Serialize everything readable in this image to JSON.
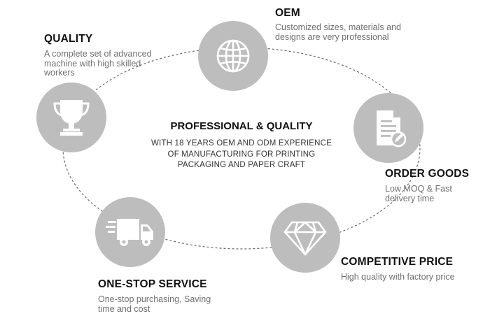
{
  "center": {
    "title": "PROFESSIONAL & QUALITY",
    "description": "WITH 18 YEARS OEM AND ODM EXPERIENCE\nOF MANUFACTURING FOR PRINTING\nPACKAGING AND PAPER CRAFT"
  },
  "items": [
    {
      "key": "oem",
      "icon": "globe-icon",
      "title": "OEM",
      "description": "Customized sizes, materials and\ndesigns are very professional"
    },
    {
      "key": "order",
      "icon": "document-edit-icon",
      "title": "ORDER GOODS",
      "description": "Low MOQ & Fast\ndelivery time"
    },
    {
      "key": "price",
      "icon": "diamond-icon",
      "title": "COMPETITIVE PRICE",
      "description": "High quality with factory price"
    },
    {
      "key": "service",
      "icon": "delivery-truck-icon",
      "title": "ONE-STOP SERVICE",
      "description": "One-stop purchasing, Saving\ntime and cost"
    },
    {
      "key": "quality",
      "icon": "trophy-icon",
      "title": "QUALITY",
      "description": "A complete set of advanced\nmachine with high skilled\nworkers"
    }
  ],
  "colors": {
    "circle_fill": "#bdbdbd",
    "icon": "#ffffff",
    "title": "#111111",
    "description": "#707070",
    "ring": "#666666"
  }
}
